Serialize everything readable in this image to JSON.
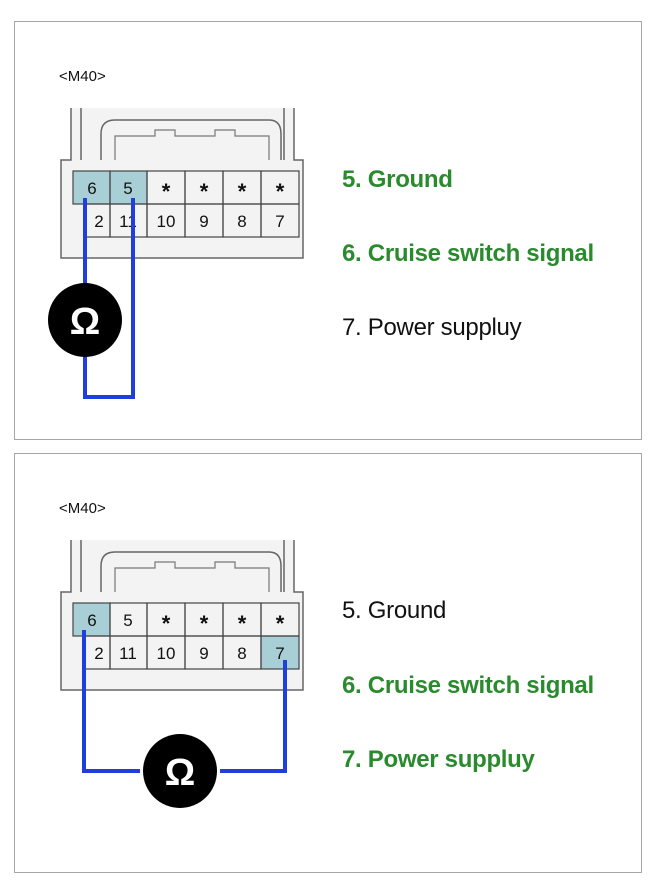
{
  "colors": {
    "highlight_text": "#2a8a2e",
    "normal_text": "#111111",
    "wire": "#1f3fdc",
    "pin_highlight": "#a9cfd6",
    "connector_fill": "#f3f3f3",
    "meter": "#000000"
  },
  "omega_symbol": "Ω",
  "panels": [
    {
      "connector_label": "<M40>",
      "top_row": [
        "6",
        "5",
        "*",
        "*",
        "*",
        "*"
      ],
      "bottom_row": [
        "2",
        "11",
        "10",
        "9",
        "8",
        "7"
      ],
      "highlighted_pins": [
        "6",
        "5"
      ],
      "legend": [
        {
          "text": "5. Ground",
          "highlight": true
        },
        {
          "text": "6. Cruise switch signal",
          "highlight": true
        },
        {
          "text": "7. Power suppluy",
          "highlight": false
        }
      ]
    },
    {
      "connector_label": "<M40>",
      "top_row": [
        "6",
        "5",
        "*",
        "*",
        "*",
        "*"
      ],
      "bottom_row": [
        "2",
        "11",
        "10",
        "9",
        "8",
        "7"
      ],
      "highlighted_pins": [
        "6",
        "7"
      ],
      "legend": [
        {
          "text": "5. Ground",
          "highlight": false
        },
        {
          "text": "6. Cruise switch signal",
          "highlight": true
        },
        {
          "text": "7. Power suppluy",
          "highlight": true
        }
      ]
    }
  ]
}
